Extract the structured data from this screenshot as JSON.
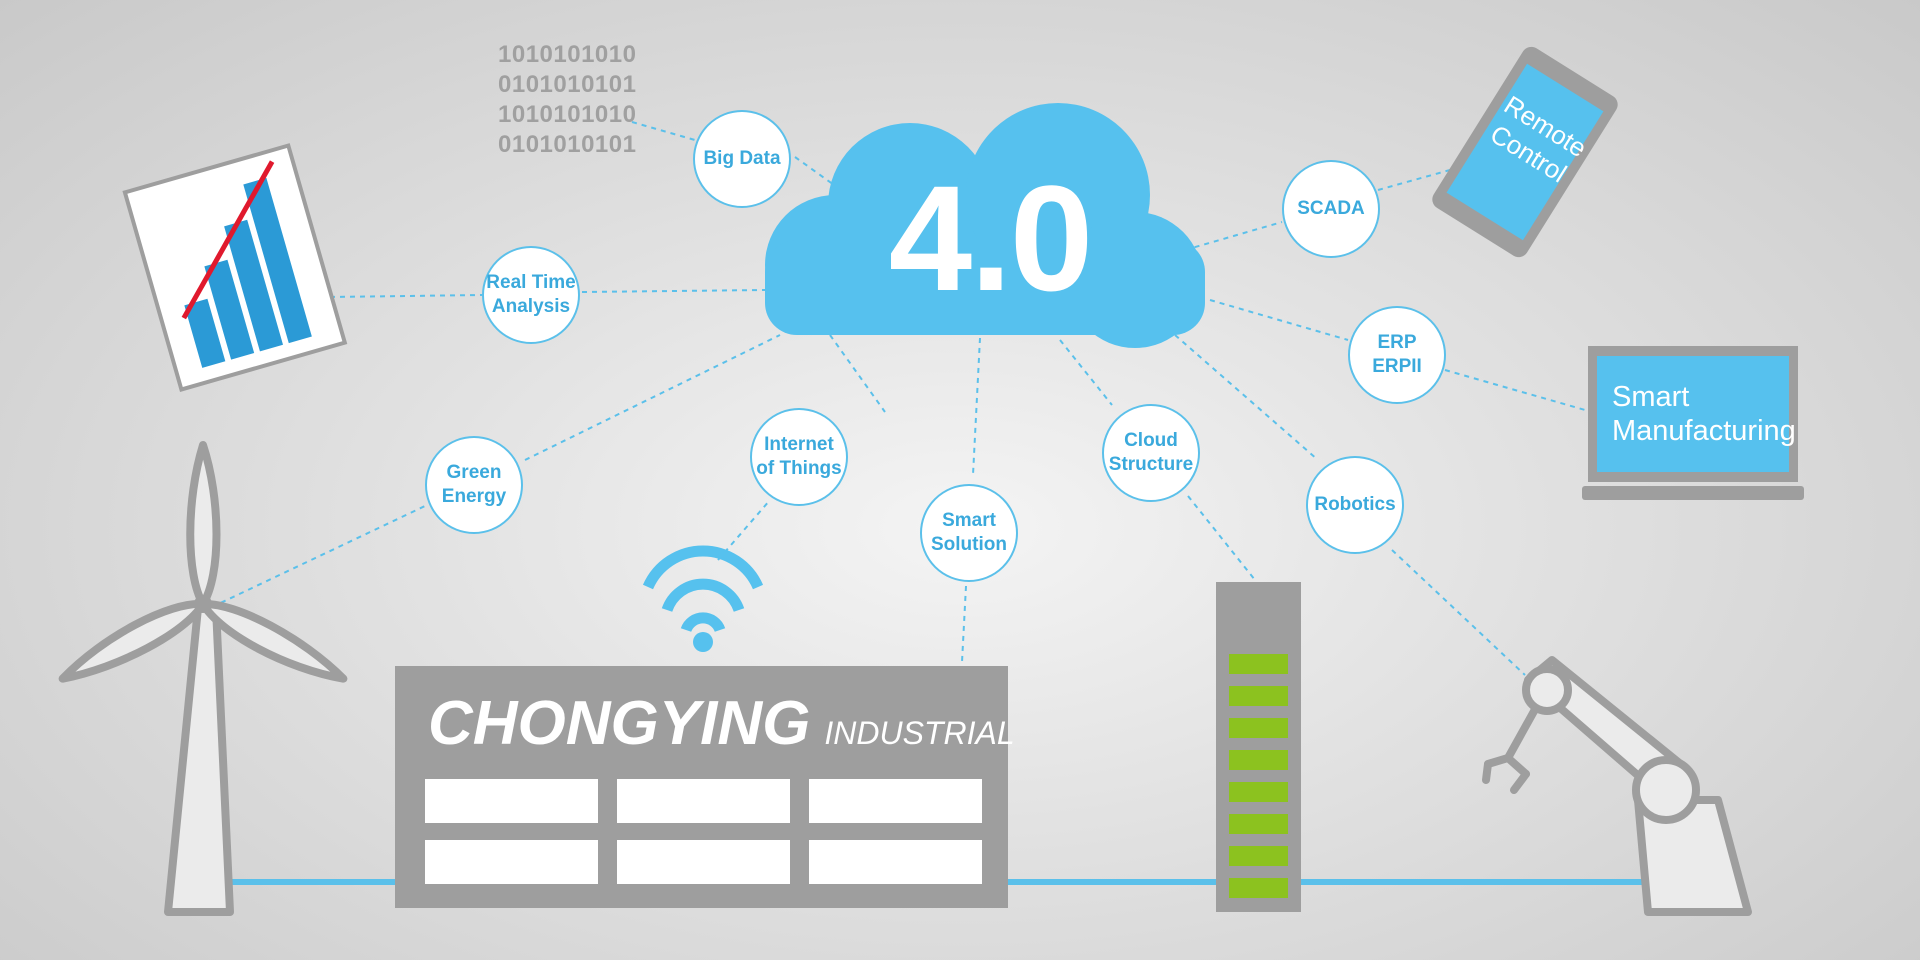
{
  "cloud": {
    "label": "4.0"
  },
  "binary": {
    "text": "1010101010\n0101010101\n1010101010\n0101010101"
  },
  "company": {
    "name": "CHONGYING",
    "subtitle": "INDUSTRIAL"
  },
  "devices": {
    "phone_label": "Remote\nControl",
    "laptop_label": "Smart\nManufacturing"
  },
  "nodes": [
    {
      "id": "big-data",
      "label": "Big Data"
    },
    {
      "id": "real-time-analysis",
      "label": "Real Time\nAnalysis"
    },
    {
      "id": "green-energy",
      "label": "Green\nEnergy"
    },
    {
      "id": "internet-of-things",
      "label": "Internet\nof Things"
    },
    {
      "id": "smart-solution",
      "label": "Smart\nSolution"
    },
    {
      "id": "cloud-structure",
      "label": "Cloud\nStructure"
    },
    {
      "id": "robotics",
      "label": "Robotics"
    },
    {
      "id": "scada",
      "label": "SCADA"
    },
    {
      "id": "erp",
      "label": "ERP\nERPII"
    }
  ],
  "colors": {
    "accent": "#5bc0ea",
    "gray": "#a0a0a0",
    "green": "#8cc21f",
    "trend": "#e0192d"
  }
}
